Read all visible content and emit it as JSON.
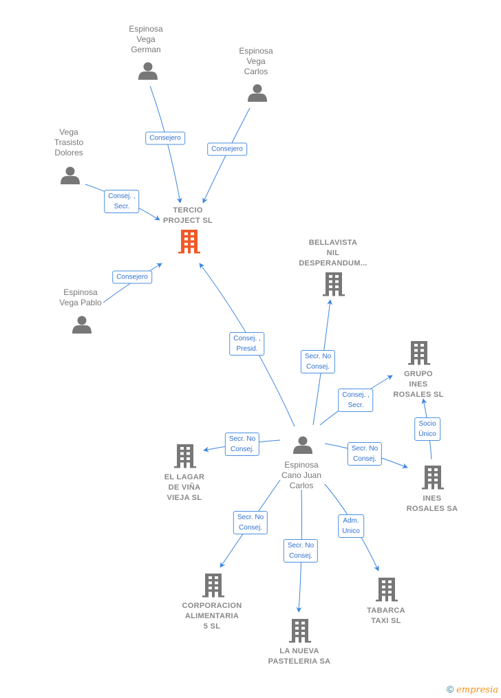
{
  "colors": {
    "edge": "#3b84e0",
    "person": "#777777",
    "company": "#777777",
    "focus_company": "#f05a28"
  },
  "nodes": [
    {
      "id": "german",
      "type": "person",
      "label": [
        "Espinosa",
        "Vega",
        "German"
      ]
    },
    {
      "id": "carlos",
      "type": "person",
      "label": [
        "Espinosa",
        "Vega",
        "Carlos"
      ]
    },
    {
      "id": "dolores",
      "type": "person",
      "label": [
        "Vega",
        "Trasisto",
        "Dolores"
      ]
    },
    {
      "id": "pablo",
      "type": "person",
      "label": [
        "Espinosa",
        "Vega Pablo"
      ]
    },
    {
      "id": "tercio",
      "type": "focus",
      "label": [
        "TERCIO",
        "PROJECT  SL"
      ]
    },
    {
      "id": "bellavista",
      "type": "company",
      "label": [
        "BELLAVISTA",
        "NIL",
        "DESPERANDUM..."
      ]
    },
    {
      "id": "grupo",
      "type": "company",
      "label": [
        "GRUPO",
        "INES",
        "ROSALES  SL"
      ]
    },
    {
      "id": "inessa",
      "type": "company",
      "label": [
        "INES",
        "ROSALES SA"
      ]
    },
    {
      "id": "main",
      "type": "person",
      "label": [
        "Espinosa",
        "Cano Juan",
        "Carlos"
      ]
    },
    {
      "id": "lagar",
      "type": "company",
      "label": [
        "EL LAGAR",
        "DE VIÑA",
        "VIEJA SL"
      ]
    },
    {
      "id": "corporacion",
      "type": "company",
      "label": [
        "CORPORACION",
        "ALIMENTARIA",
        "5  SL"
      ]
    },
    {
      "id": "nueva",
      "type": "company",
      "label": [
        "LA NUEVA",
        "PASTELERIA SA"
      ]
    },
    {
      "id": "tabarca",
      "type": "company",
      "label": [
        "TABARCA",
        "TAXI  SL"
      ]
    }
  ],
  "edges": [
    {
      "from": "german",
      "to": "tercio",
      "label": [
        "Consejero"
      ]
    },
    {
      "from": "carlos",
      "to": "tercio",
      "label": [
        "Consejero"
      ]
    },
    {
      "from": "dolores",
      "to": "tercio",
      "label": [
        "Consej. ,",
        "Secr."
      ]
    },
    {
      "from": "pablo",
      "to": "tercio",
      "label": [
        "Consejero"
      ]
    },
    {
      "from": "main",
      "to": "tercio",
      "label": [
        "Consej. ,",
        "Presid."
      ]
    },
    {
      "from": "main",
      "to": "bellavista",
      "label": [
        "Secr.  No",
        "Consej."
      ]
    },
    {
      "from": "main",
      "to": "grupo",
      "label": [
        "Consej. ,",
        "Secr."
      ]
    },
    {
      "from": "main",
      "to": "inessa",
      "label": [
        "Secr.  No",
        "Consej."
      ]
    },
    {
      "from": "inessa",
      "to": "grupo",
      "label": [
        "Socio",
        "Único"
      ]
    },
    {
      "from": "main",
      "to": "lagar",
      "label": [
        "Secr.  No",
        "Consej."
      ]
    },
    {
      "from": "main",
      "to": "corporacion",
      "label": [
        "Secr.  No",
        "Consej."
      ]
    },
    {
      "from": "main",
      "to": "nueva",
      "label": [
        "Secr.  No",
        "Consej."
      ]
    },
    {
      "from": "main",
      "to": "tabarca",
      "label": [
        "Adm.",
        "Unico"
      ]
    }
  ],
  "footer": {
    "copyright": "©",
    "brand": "empresia"
  }
}
